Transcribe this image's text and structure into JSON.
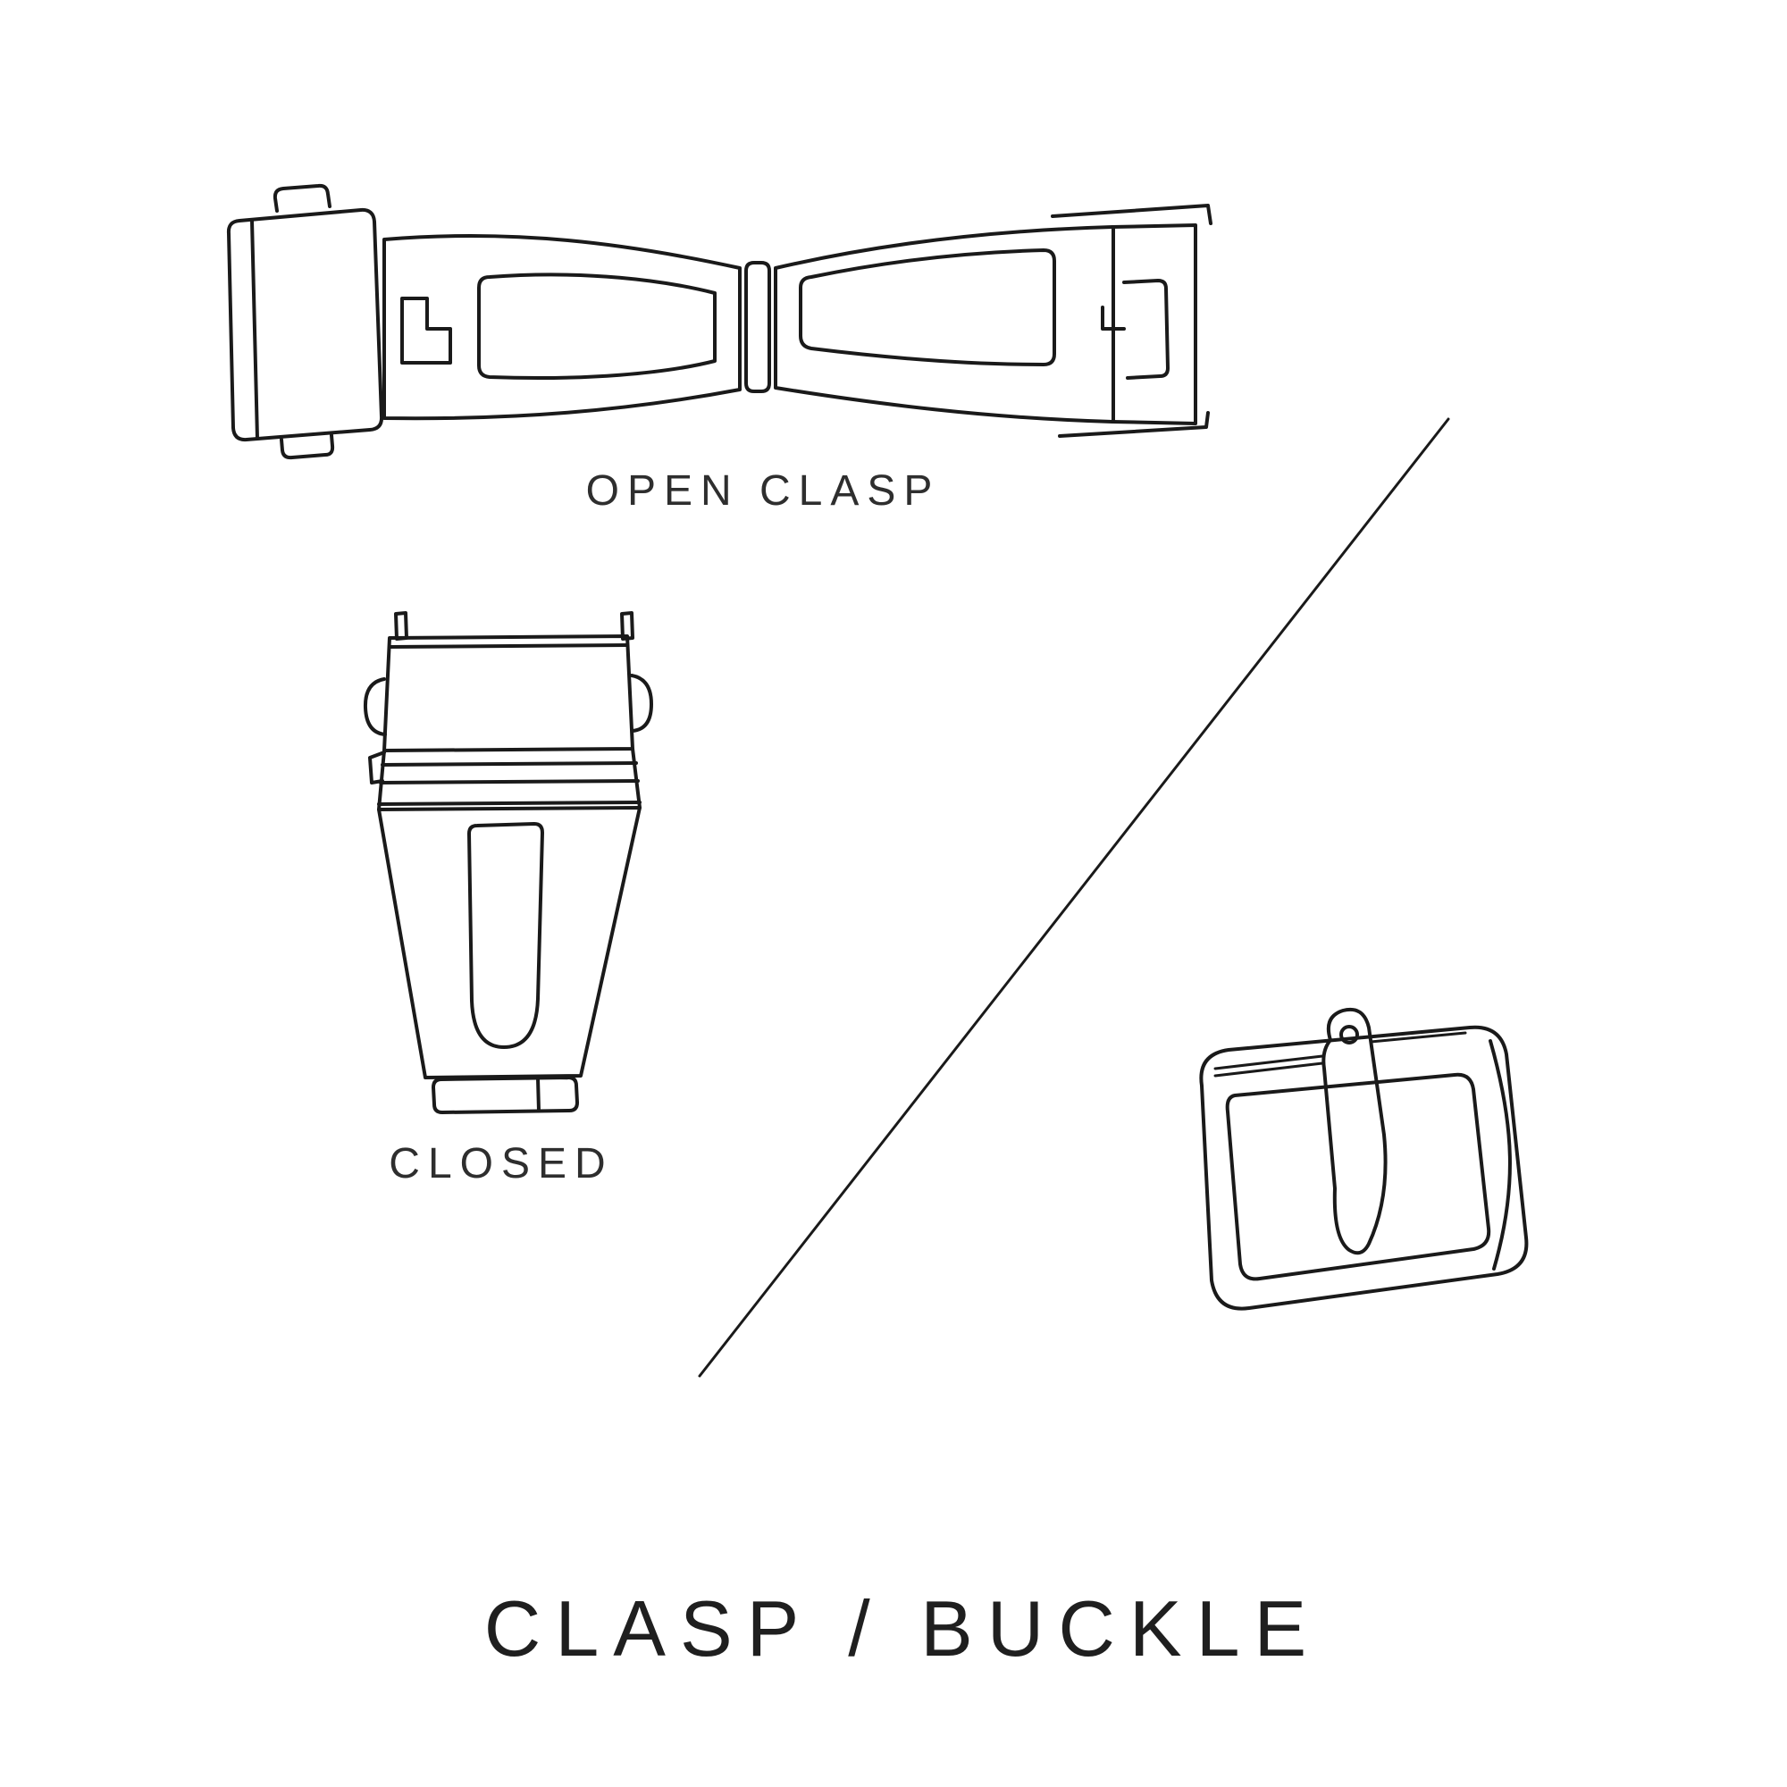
{
  "diagram": {
    "title": "CLASP / BUCKLE",
    "figures": [
      {
        "name": "open-clasp",
        "caption": "OPEN CLASP"
      },
      {
        "name": "closed-clasp",
        "caption": "CLOSED"
      },
      {
        "name": "tang-buckle",
        "caption": ""
      }
    ]
  },
  "colors": {
    "background": "#ffffff",
    "line": "#1a1a1a",
    "text": "#2e2e2e"
  }
}
